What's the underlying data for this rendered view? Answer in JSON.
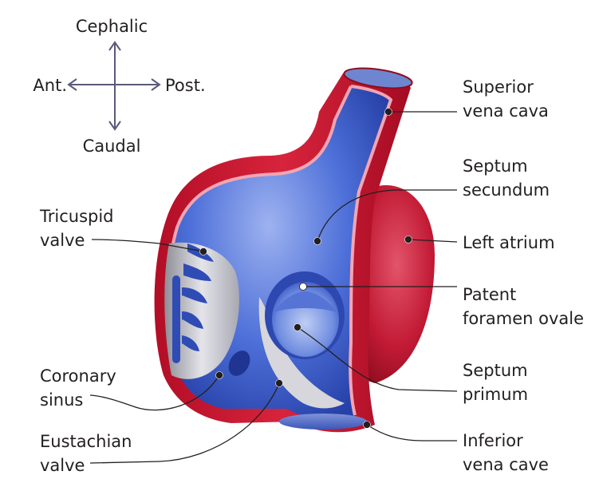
{
  "orientation": {
    "up": "Cephalic",
    "down": "Caudal",
    "left": "Ant.",
    "right": "Post."
  },
  "labels": {
    "superior_vena_cava": [
      "Superior",
      "vena cava"
    ],
    "septum_secundum": [
      "Septum",
      "secundum"
    ],
    "left_atrium": [
      "Left atrium"
    ],
    "patent_foramen_ovale": [
      "Patent",
      "foramen ovale"
    ],
    "septum_primum": [
      "Septum",
      "primum"
    ],
    "inferior_vena_cava": [
      "Inferior",
      "vena cave"
    ],
    "tricuspid_valve": [
      "Tricuspid",
      "valve"
    ],
    "coronary_sinus": [
      "Coronary",
      "sinus"
    ],
    "eustachian_valve": [
      "Eustachian",
      "valve"
    ]
  },
  "colors": {
    "vessel_red": "#c8102e",
    "vessel_dark": "#8e0c1e",
    "chamber_blue": "#3a5fcf",
    "chamber_light": "#8fa6ea",
    "tissue_grey": "#c9c9cf"
  }
}
